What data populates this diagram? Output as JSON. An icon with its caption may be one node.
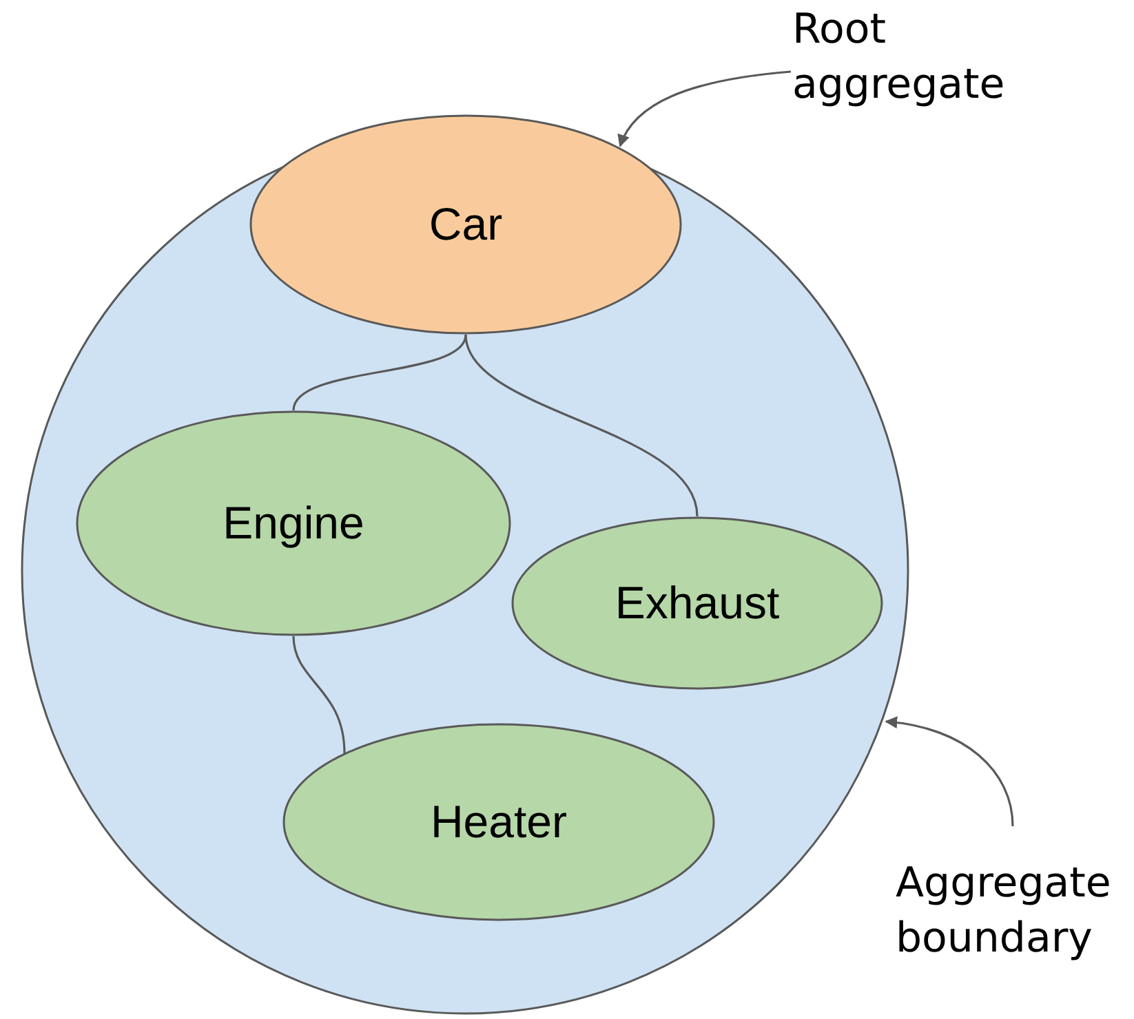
{
  "diagram": {
    "nodes": [
      {
        "text": [
          "Root aggregate"
        ]
      },
      {
        "text": [
          "Car"
        ]
      },
      {
        "text": [],
        "shape": "circle"
      },
      {
        "text": [
          "Engine"
        ],
        "in": 2
      },
      {
        "text": [
          "Exhaust"
        ],
        "in": 2
      },
      {
        "text": [
          "Heater"
        ],
        "in": 2
      },
      {
        "text": [
          "Aggregate boundary"
        ]
      }
    ],
    "edges": [
      {
        "from": 0,
        "to": 1,
        "arrow": "to"
      },
      {
        "from": 1,
        "to": 3,
        "arrow": "none"
      },
      {
        "from": 1,
        "to": 4,
        "arrow": "none"
      },
      {
        "from": 3,
        "to": 5,
        "arrow": "none"
      },
      {
        "from": 6,
        "to": 2,
        "arrow": "to"
      }
    ]
  }
}
